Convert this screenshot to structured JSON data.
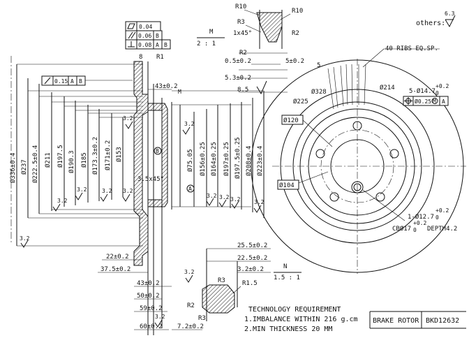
{
  "title_block": {
    "part_name": "BRAKE ROTOR",
    "part_number": "BKD12632"
  },
  "notes": {
    "heading": "TECHNOLOGY REQUIREMENT",
    "line1": "1.IMBALANCE WITHIN 216 g.cm",
    "line2": "2.MIN THICKNESS 20 MM"
  },
  "surface_finish": {
    "others_label": "others:",
    "others_value": "6.3",
    "value": "3.2"
  },
  "views": {
    "detail_m": {
      "label": "M",
      "scale": "2 : 1"
    },
    "detail_n": {
      "label": "N",
      "scale": "1.5 : 1"
    }
  },
  "tolerance_frames": {
    "flatness": {
      "value": "0.04"
    },
    "parallel": {
      "value": "0.06",
      "datum": "B"
    },
    "perpendicular": {
      "value": "0.08",
      "datum1": "A",
      "datum2": "B"
    },
    "runout": {
      "value": "0.15",
      "datum1": "A",
      "datum2": "B"
    },
    "position": {
      "value": "Ø0.25",
      "datum": "A",
      "modifier": "M"
    }
  },
  "section_dims": {
    "diameters": [
      "Ø336±0.4",
      "Ø237",
      "Ø222.5±0.4",
      "Ø211",
      "Ø197.5",
      "Ø190.3",
      "Ø185",
      "Ø173.3±0.2",
      "Ø171±0.2",
      "Ø153",
      "Ø75.05",
      "Ø156±0.25",
      "Ø164±0.25",
      "Ø197±0.25",
      "Ø197.5±0.25",
      "Ø208±0.4",
      "Ø223±0.4"
    ],
    "chamfer": "3.5x45°",
    "top_width": "43±0.2",
    "top_small": "8",
    "top_r": "R1",
    "marker_m": "M",
    "marker_a": "A",
    "marker_b": "B",
    "bottom_dims": [
      "22±0.2",
      "37.5±0.2",
      "43±0.2",
      "50±0.2",
      "59±0.2",
      "60±0.2",
      "7.2±0.2"
    ]
  },
  "detail_m_dims": {
    "r10_left": "R10",
    "r10_right": "R10",
    "r3": "R3",
    "chamfer": "1x45°",
    "r2_left": "R2",
    "r2_right": "R2",
    "d1": "0.5±0.2",
    "d2": "5±0.2",
    "d3": "5.3±0.2",
    "d4": "8.5"
  },
  "detail_n_dims": {
    "d1": "25.5±0.2",
    "d2": "22.5±0.2",
    "d3": "3.2±0.2",
    "r3_top": "R3",
    "r15": "R1.5",
    "r2": "R2",
    "r3_bottom": "R3"
  },
  "front_view": {
    "ribs": "40 RIBS EQ.SP.",
    "rib_dim": "5",
    "d328": "Ø328",
    "d225": "Ø225",
    "d214": "Ø214",
    "holes": "5-Ø14.7",
    "holes_tol_hi": "+0.2",
    "holes_tol_lo": "0",
    "d120": "Ø120",
    "d104": "Ø104",
    "hole2": "1-Ø12.7",
    "hole2_tol_hi": "+0.2",
    "hole2_tol_lo": "0",
    "cbore": "CBØ17",
    "cbore_tol_hi": "+0.2",
    "cbore_tol_lo": "0",
    "depth": "DEPTH4.2"
  }
}
